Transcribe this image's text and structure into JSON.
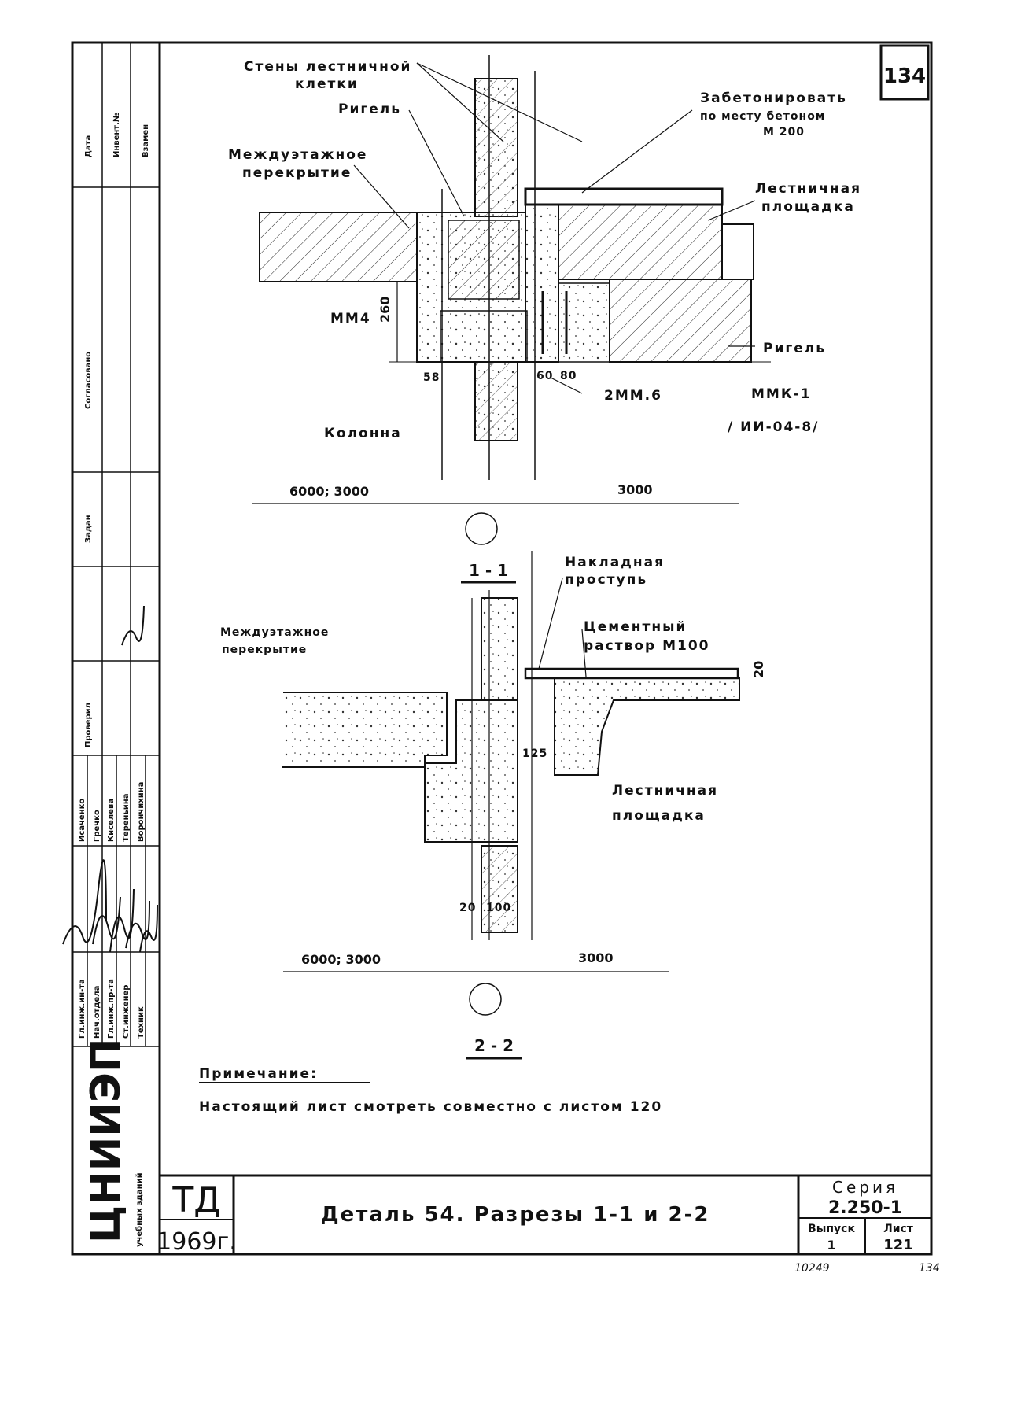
{
  "sheet": {
    "number": "134",
    "footer_left": "10249",
    "footer_right": "134"
  },
  "labels_1": {
    "walls": "Стены лестничной",
    "walls2": "клетки",
    "rigel_top": "Ригель",
    "concrete": "Забетонировать",
    "concrete2": "по месту бетоном",
    "concrete3": "М 200",
    "floor": "Междуэтажное",
    "floor2": "перекрытие",
    "landing": "Лестничная",
    "landing2": "площадка",
    "mm4": "ММ4",
    "dim260": "260",
    "rigel_right": "Ригель",
    "dim58": "58",
    "dim60": "60",
    "dim80": "80",
    "mm6": "2ММ.6",
    "mmk": "ММК-1",
    "mmk2": "/ ИИ-04-8/",
    "column": "Колонна",
    "dim_left": "6000; 3000",
    "dim_right": "3000",
    "section": "1 - 1"
  },
  "labels_2": {
    "tread": "Накладная",
    "tread2": "проступь",
    "mortar": "Цементный",
    "mortar2": "раствор М100",
    "floor": "Междуэтажное",
    "floor2": "перекрытие",
    "dim20": "20",
    "dim125": "125",
    "landing": "Лестничная",
    "landing2": "площадка",
    "dim20b": "20",
    "dim100": "100",
    "dim_left": "6000; 3000",
    "dim_right": "3000",
    "section": "2 - 2"
  },
  "note": {
    "title": "Примечание:",
    "text": "Настоящий лист смотреть совместно с листом 120"
  },
  "title_block": {
    "td": "ТД",
    "year": "1969г.",
    "title": "Деталь 54.  Разрезы 1-1 и 2-2",
    "series_label": "Серия",
    "series": "2.250-1",
    "issue_label": "Выпуск",
    "issue": "1",
    "sheet_label": "Лист",
    "sheet": "121"
  },
  "left_strip": {
    "org": "ЦНИИЭП",
    "org_sub": "учебных зданий",
    "roles": [
      "Гл.инж.ин-та",
      "Нач.отдела",
      "Гл.инж.пр-та",
      "Ст.инженер",
      "Техник"
    ],
    "names": [
      "Исаченко",
      "Гречко",
      "Киселева",
      "Тереньина",
      "Ворончихина"
    ],
    "top_cols": [
      "Дата",
      "Инвент.№",
      "Взамен"
    ],
    "mid": [
      "Согласовано",
      "Задан",
      "Проверил"
    ]
  }
}
